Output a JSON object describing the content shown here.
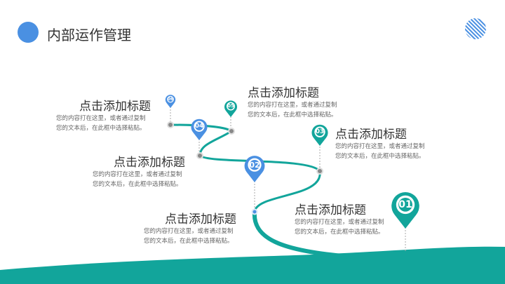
{
  "header": {
    "title": "内部运作管理",
    "accent": "#4a90e2",
    "secondary": "#12a59b"
  },
  "items": [
    {
      "num": "01",
      "title": "点击添加标题",
      "desc1": "您的内容打在这里，或者通过复制",
      "desc2": "您的文本后，在此框中选择粘贴。",
      "color": "#12a59b"
    },
    {
      "num": "02",
      "title": "点击添加标题",
      "desc1": "您的内容打在这里，或者通过复制",
      "desc2": "您的文本后，在此框中选择粘贴。",
      "color": "#4a90e2"
    },
    {
      "num": "03",
      "title": "点击添加标题",
      "desc1": "您的内容打在这里，或者通过复制",
      "desc2": "您的文本后，在此框中选择粘贴。",
      "color": "#12a59b"
    },
    {
      "num": "04",
      "title": "点击添加标题",
      "desc1": "您的内容打在这里，或者通过复制",
      "desc2": "您的文本后，在此框中选择粘贴。",
      "color": "#4a90e2"
    },
    {
      "num": "05",
      "title": "点击添加标题",
      "desc1": "您的内容打在这里，或者通过复制",
      "desc2": "您的文本后，在此框中选择粘贴。",
      "color": "#12a59b"
    },
    {
      "num": "06",
      "title": "点击添加标题",
      "desc1": "您的内容打在这里，或者通过复制",
      "desc2": "您的文本后，在此框中选择粘贴。",
      "color": "#4a90e2"
    }
  ]
}
